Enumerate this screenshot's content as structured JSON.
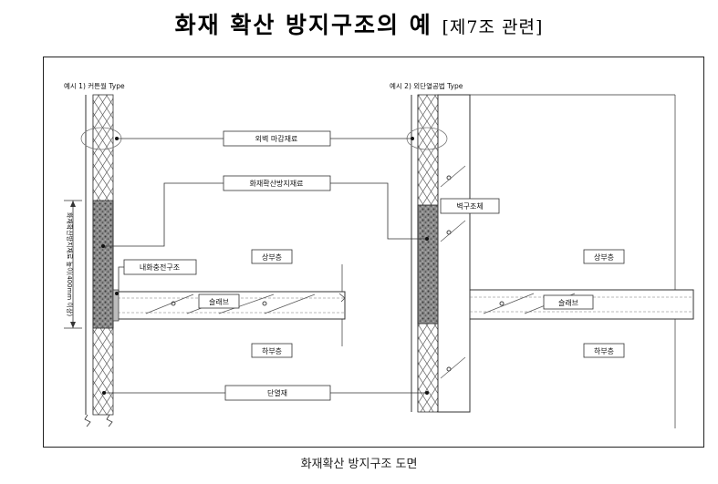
{
  "title": {
    "main": "화재 확산 방지구조의 예",
    "sub": "[제7조 관련]"
  },
  "caption": "화재확산 방지구조 도면",
  "example1": {
    "label": "예시 1) 커튼월 Type"
  },
  "example2": {
    "label": "예시 2) 외단열공법 Type"
  },
  "labels": {
    "exterior_finish": "외벽 마감재료",
    "fire_stop_material": "화재확산방지재료",
    "fire_filler": "내화충전구조",
    "wall_structure": "벽구조체",
    "upper_floor": "상부층",
    "lower_floor": "하부층",
    "slab": "슬래브",
    "insulation": "단열재",
    "height_note": "화재확산방지재료 높이(400mm 이상)"
  }
}
